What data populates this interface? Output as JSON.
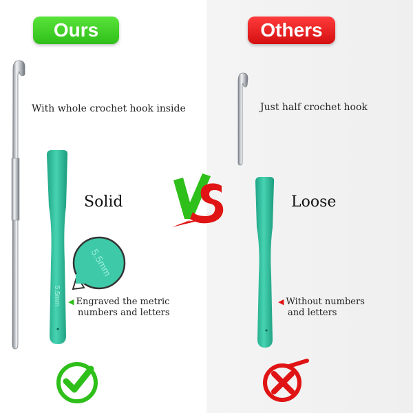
{
  "left": {
    "badge": "Ours",
    "hook_caption": "With whole crochet hook inside",
    "grip_label": "Solid",
    "engraving": "5.5mm",
    "note_line1": "Engraved the metric",
    "note_line2": "numbers and letters",
    "verdict_icon": "check-icon",
    "accent": "#2fbf1a"
  },
  "right": {
    "badge": "Others",
    "hook_caption": "Just half crochet hook",
    "grip_label": "Loose",
    "note_line1": "Without numbers",
    "note_line2": "and letters",
    "verdict_icon": "cross-icon",
    "accent": "#e01414"
  },
  "center": {
    "vs_icon": "versus-icon"
  },
  "colors": {
    "handle": "#3ec9a8",
    "handle_dark": "#1fa586",
    "metal": "#b8bcc2"
  }
}
